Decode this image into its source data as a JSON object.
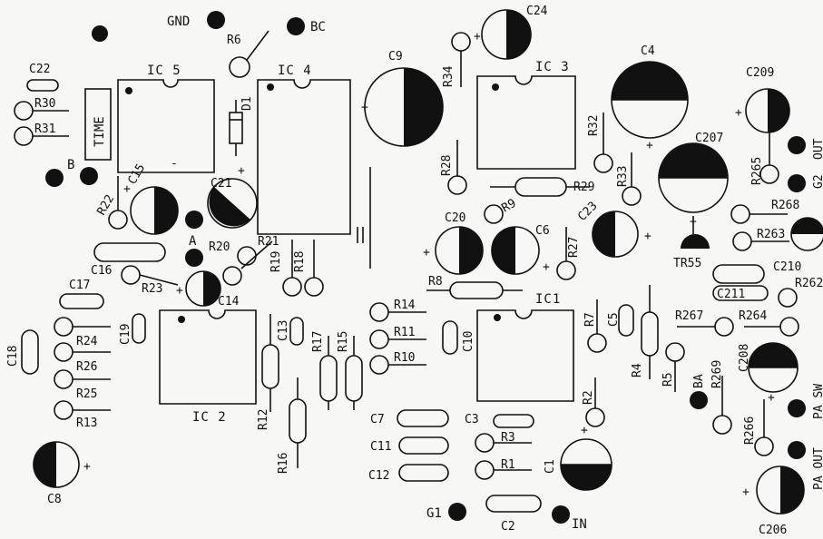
{
  "labels": [
    {
      "id": "gnd",
      "text": "GND"
    },
    {
      "id": "bc",
      "text": "BC"
    },
    {
      "id": "c24",
      "text": "C24"
    },
    {
      "id": "r6",
      "text": "R6"
    },
    {
      "id": "c22",
      "text": "C22"
    },
    {
      "id": "ic5",
      "text": "IC 5"
    },
    {
      "id": "ic4",
      "text": "IC 4"
    },
    {
      "id": "c9",
      "text": "C9"
    },
    {
      "id": "r34",
      "text": "R34"
    },
    {
      "id": "ic3",
      "text": "IC 3"
    },
    {
      "id": "c4",
      "text": "C4"
    },
    {
      "id": "c209",
      "text": "C209"
    },
    {
      "id": "r30",
      "text": "R30"
    },
    {
      "id": "r31",
      "text": "R31"
    },
    {
      "id": "time",
      "text": "TIME"
    },
    {
      "id": "d1",
      "text": "D1"
    },
    {
      "id": "r32",
      "text": "R32"
    },
    {
      "id": "c207",
      "text": "C207"
    },
    {
      "id": "out1",
      "text": "OUT"
    },
    {
      "id": "b",
      "text": "B"
    },
    {
      "id": "c15",
      "text": "C15"
    },
    {
      "id": "c21",
      "text": "C21"
    },
    {
      "id": "r28",
      "text": "R28"
    },
    {
      "id": "r29",
      "text": "R29"
    },
    {
      "id": "r33",
      "text": "R33"
    },
    {
      "id": "r265",
      "text": "R265"
    },
    {
      "id": "g2",
      "text": "G2"
    },
    {
      "id": "r22",
      "text": "R22"
    },
    {
      "id": "r9",
      "text": "R9"
    },
    {
      "id": "r268",
      "text": "R268"
    },
    {
      "id": "c23",
      "text": "C23"
    },
    {
      "id": "a",
      "text": "A"
    },
    {
      "id": "c20",
      "text": "C20"
    },
    {
      "id": "c6",
      "text": "C6"
    },
    {
      "id": "r20",
      "text": "R20"
    },
    {
      "id": "r21",
      "text": "R21"
    },
    {
      "id": "r263",
      "text": "R263"
    },
    {
      "id": "r27",
      "text": "R27"
    },
    {
      "id": "c16",
      "text": "C16"
    },
    {
      "id": "r19",
      "text": "R19"
    },
    {
      "id": "r18",
      "text": "R18"
    },
    {
      "id": "tr55",
      "text": "TR55"
    },
    {
      "id": "c210",
      "text": "C210"
    },
    {
      "id": "r23",
      "text": "R23"
    },
    {
      "id": "c17",
      "text": "C17"
    },
    {
      "id": "c14",
      "text": "C14"
    },
    {
      "id": "r8",
      "text": "R8"
    },
    {
      "id": "c211",
      "text": "C211"
    },
    {
      "id": "r262",
      "text": "R262"
    },
    {
      "id": "ic1",
      "text": "IC1"
    },
    {
      "id": "r14",
      "text": "R14"
    },
    {
      "id": "c5",
      "text": "C5"
    },
    {
      "id": "r7",
      "text": "R7"
    },
    {
      "id": "r267",
      "text": "R267"
    },
    {
      "id": "r264",
      "text": "R264"
    },
    {
      "id": "c19",
      "text": "C19"
    },
    {
      "id": "r24",
      "text": "R24"
    },
    {
      "id": "c13",
      "text": "C13"
    },
    {
      "id": "r17",
      "text": "R17"
    },
    {
      "id": "r15",
      "text": "R15"
    },
    {
      "id": "r11",
      "text": "R11"
    },
    {
      "id": "c10",
      "text": "C10"
    },
    {
      "id": "c18",
      "text": "C18"
    },
    {
      "id": "c208",
      "text": "C208"
    },
    {
      "id": "r26",
      "text": "R26"
    },
    {
      "id": "r10",
      "text": "R10"
    },
    {
      "id": "r4",
      "text": "R4"
    },
    {
      "id": "r5",
      "text": "R5"
    },
    {
      "id": "ba",
      "text": "BA"
    },
    {
      "id": "r269",
      "text": "R269"
    },
    {
      "id": "pasw",
      "text": "PA SW"
    },
    {
      "id": "r25",
      "text": "R25"
    },
    {
      "id": "r2",
      "text": "R2"
    },
    {
      "id": "r13",
      "text": "R13"
    },
    {
      "id": "r12",
      "text": "R12"
    },
    {
      "id": "ic2",
      "text": "IC 2"
    },
    {
      "id": "c7",
      "text": "C7"
    },
    {
      "id": "c3",
      "text": "C3"
    },
    {
      "id": "r266",
      "text": "R266"
    },
    {
      "id": "r16",
      "text": "R16"
    },
    {
      "id": "r3",
      "text": "R3"
    },
    {
      "id": "c11",
      "text": "C11"
    },
    {
      "id": "c1",
      "text": "C1"
    },
    {
      "id": "c8",
      "text": "C8"
    },
    {
      "id": "r1",
      "text": "R1"
    },
    {
      "id": "paout",
      "text": "PA OUT"
    },
    {
      "id": "c12",
      "text": "C12"
    },
    {
      "id": "g1",
      "text": "G1"
    },
    {
      "id": "c2",
      "text": "C2"
    },
    {
      "id": "in",
      "text": "IN"
    },
    {
      "id": "c206",
      "text": "C206"
    }
  ],
  "polarity_marks": {
    "plus": "+",
    "minus": "-"
  }
}
